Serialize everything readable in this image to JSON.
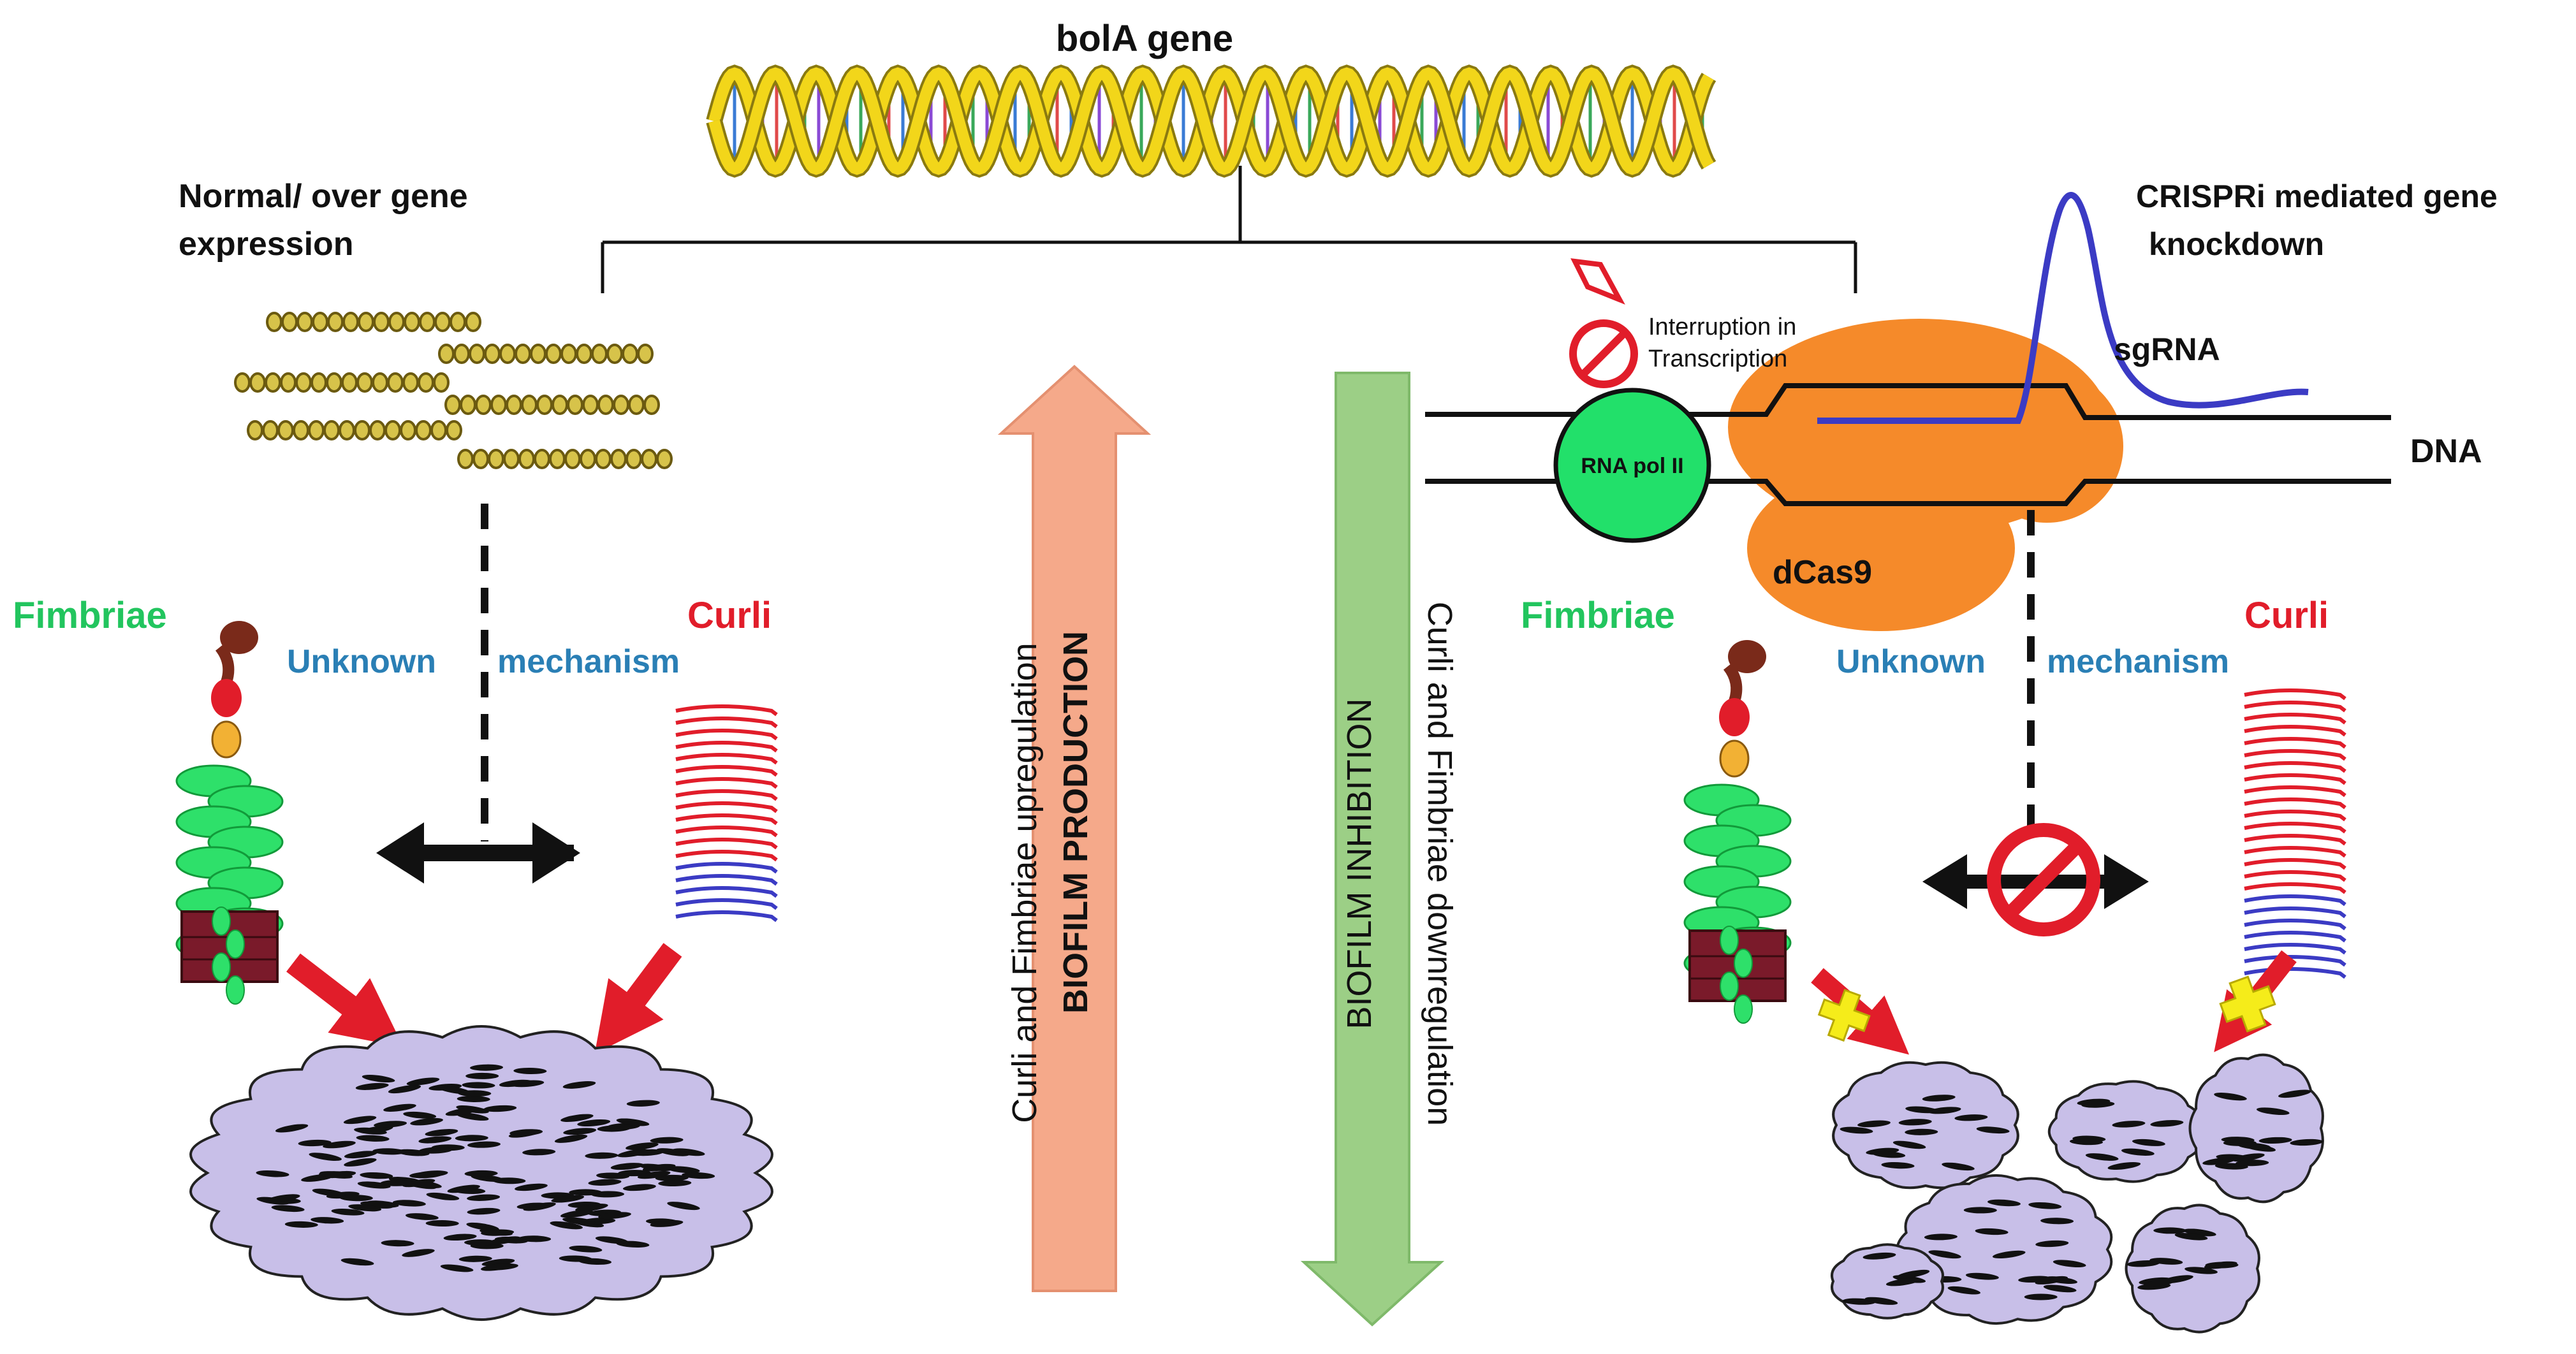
{
  "colors": {
    "fimbriae": "#22c55e",
    "curli": "#e11d2a",
    "mechanism": "#2a7fb5",
    "production_arrow": "#f5a98a",
    "inhibition_arrow": "#9ccf86",
    "dcas9": "#f58a2a",
    "rna_pol": "#22e06a",
    "sgrna": "#3b3bc4",
    "biofilm": "#c8bfe8",
    "dna_helix": "#f2d61a"
  },
  "title": "bolA gene",
  "left": {
    "heading_line1": "Normal/ over gene",
    "heading_line2": "expression",
    "fimbriae_label": "Fimbriae",
    "curli_label": "Curli",
    "mech_word1": "Unknown",
    "mech_word2": "mechanism"
  },
  "center": {
    "production_text": "BIOFILM PRODUCTION",
    "upregulation_text": "Curli and Fimbriae upregulation",
    "inhibition_text": "BIOFILM INHIBITION",
    "downregulation_text": "Curli and Fimbriae downregulation"
  },
  "right": {
    "heading_line1": "CRISPRi mediated gene",
    "heading_line2": "knockdown",
    "interruption_line1": "Interruption in",
    "interruption_line2": "Transcription",
    "sgrna_label": "sgRNA",
    "dna_label": "DNA",
    "rna_pol_label": "RNA pol II",
    "dcas9_label": "dCas9",
    "fimbriae_label": "Fimbriae",
    "curli_label": "Curli",
    "mech_word1": "Unknown",
    "mech_word2": "mechanism"
  }
}
